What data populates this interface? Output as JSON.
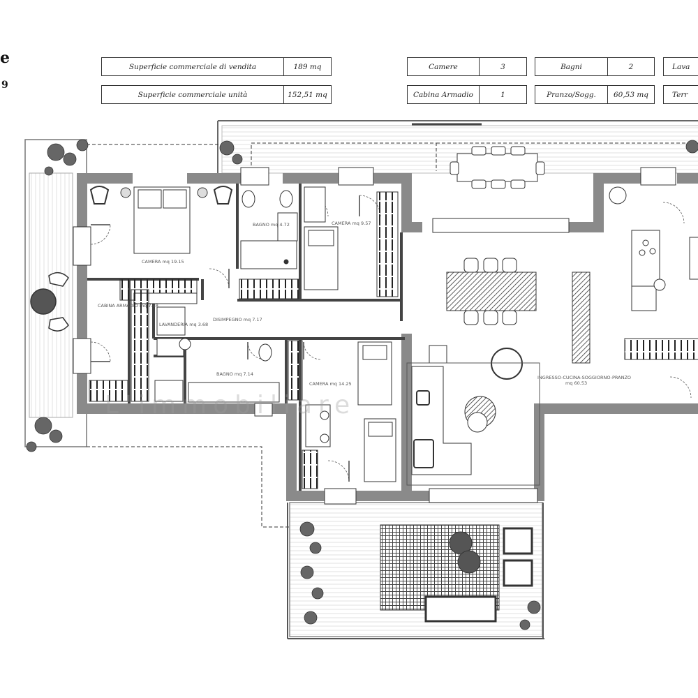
{
  "header": {
    "fragment_top": "e",
    "fragment_bottom": "9"
  },
  "info_boxes": {
    "sup_vendita": {
      "label": "Superficie commerciale di vendita",
      "value": "189 mq"
    },
    "sup_unita": {
      "label": "Superficie commerciale unità",
      "value": "152,51 mq"
    },
    "camere": {
      "label": "Camere",
      "value": "3"
    },
    "cabina": {
      "label": "Cabina Armadio",
      "value": "1"
    },
    "bagni": {
      "label": "Bagni",
      "value": "2"
    },
    "pranzo": {
      "label": "Pranzo/Sogg.",
      "value": "60,53 mq"
    },
    "lava": {
      "label": "Lava"
    },
    "terr": {
      "label": "Terr"
    }
  },
  "rooms": {
    "camera_1": "CAMERA mq 19.15",
    "bagno_1": "BAGNO mq 4.72",
    "camera_2": "CAMERA mq 9.57",
    "cabina": "CABINA ARMADIO mq 7.48",
    "lavanderia": "LAVANDERIA mq 3.68",
    "disimpegno": "DISIMPEGNO mq 7.17",
    "bagno_2": "BAGNO mq 7.14",
    "camera_3": "CAMERA mq 14.25",
    "ingresso_1": "INGRESSO-CUCINA-SOGGIORNO-PRANZO",
    "ingresso_2": "mq 60.53"
  },
  "watermark": "L'immobiliare"
}
